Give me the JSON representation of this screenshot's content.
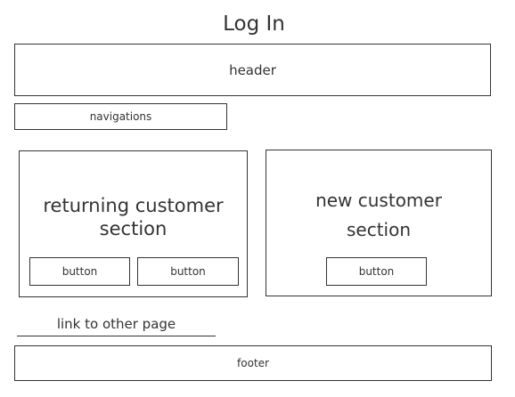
{
  "title": "Log In",
  "header": {
    "label": "header"
  },
  "nav": {
    "label": "navigations"
  },
  "returning_section": {
    "line1": "returning customer",
    "line2": "section",
    "buttons": [
      "button",
      "button"
    ]
  },
  "new_section": {
    "line1": "new customer",
    "line2": "section",
    "button": "button"
  },
  "link": {
    "label": "link to other page"
  },
  "footer": {
    "label": "footer"
  }
}
